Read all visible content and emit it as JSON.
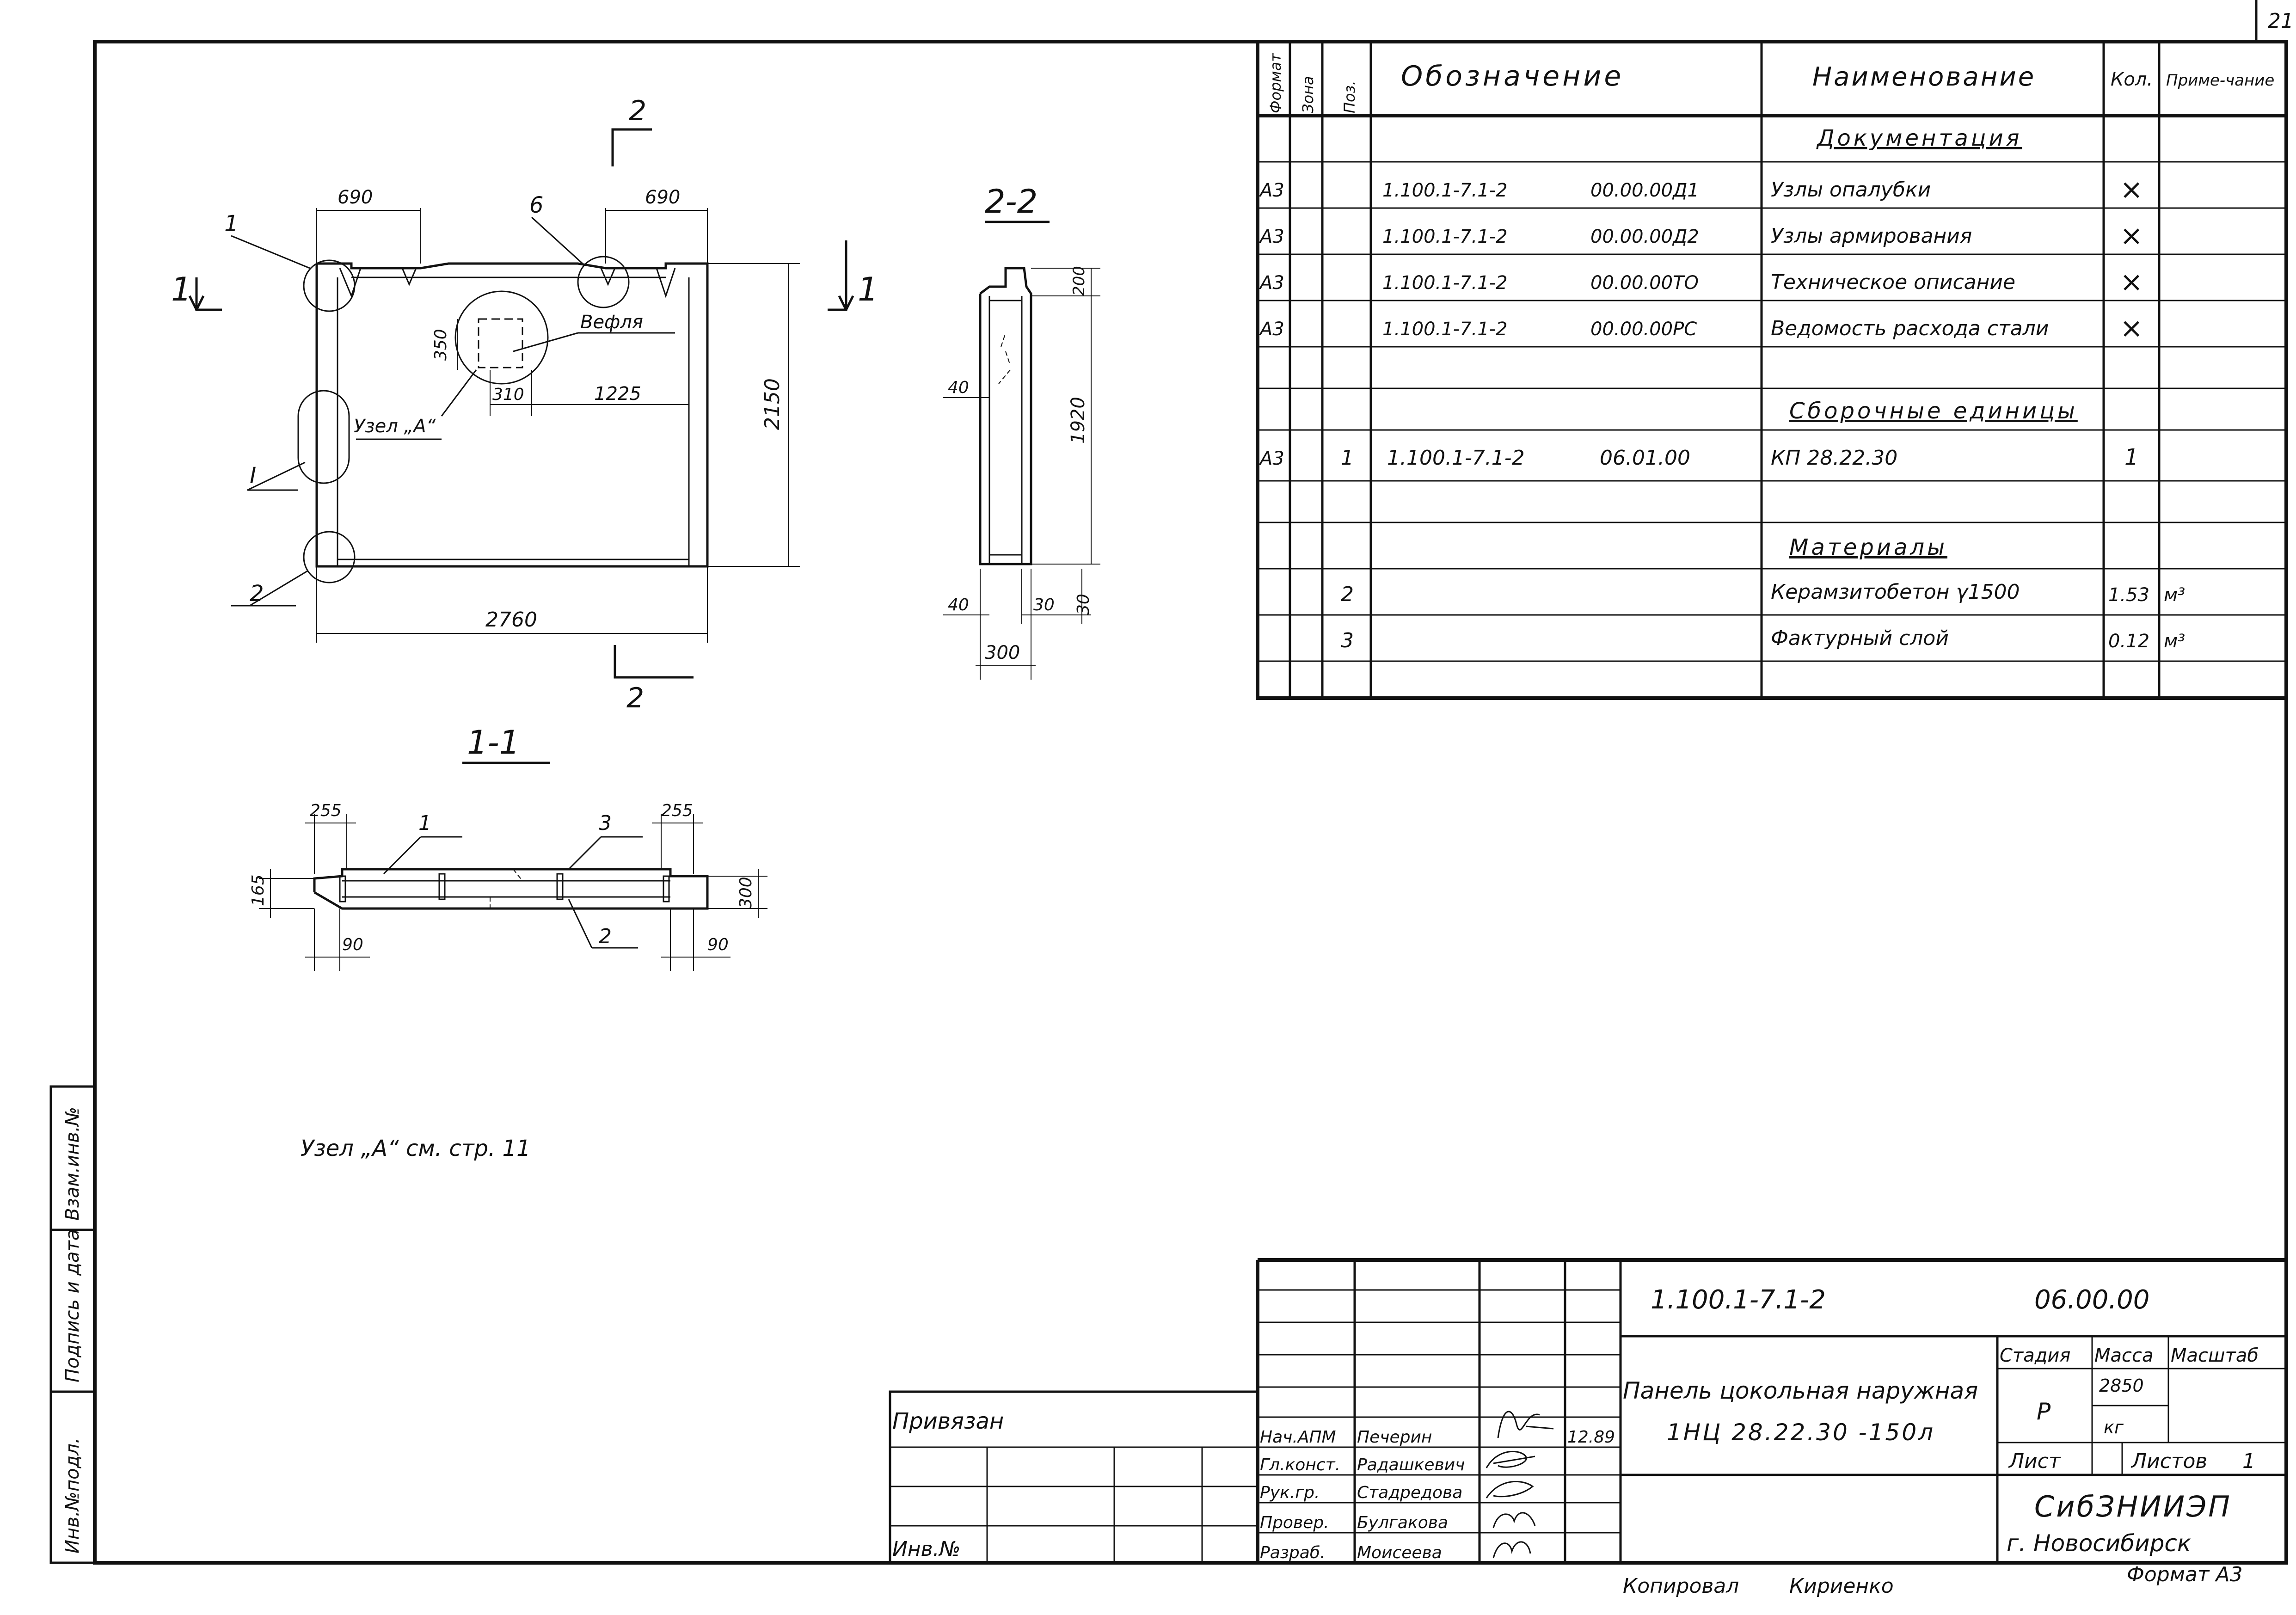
{
  "sheet": {
    "page_number": "21",
    "format_label": "Формат А3",
    "copied_by": "Копировал",
    "copier_name": "Кириенко",
    "note": "Узел „А“ см. стр. 11"
  },
  "left_margin": {
    "stamps": [
      "Взам.инв.№",
      "Подпись и дата",
      "Инв.№подл."
    ]
  },
  "spec_table": {
    "headers": {
      "format": "Формат",
      "zone": "Зона",
      "pos": "Поз.",
      "designation": "Обозначение",
      "name": "Наименование",
      "qty": "Кол.",
      "note": "Приме-чание"
    },
    "section_docs": "Документация",
    "section_units": "Сборочные единицы",
    "section_materials": "Материалы",
    "rows": [
      {
        "format": "А3",
        "pos": "",
        "designation": "1.100.1-7.1-2",
        "code": "00.00.00Д1",
        "name": "Узлы опалубки",
        "qty": "×",
        "note": ""
      },
      {
        "format": "А3",
        "pos": "",
        "designation": "1.100.1-7.1-2",
        "code": "00.00.00Д2",
        "name": "Узлы армирования",
        "qty": "×",
        "note": ""
      },
      {
        "format": "А3",
        "pos": "",
        "designation": "1.100.1-7.1-2",
        "code": "00.00.00ТО",
        "name": "Техническое описание",
        "qty": "×",
        "note": ""
      },
      {
        "format": "А3",
        "pos": "",
        "designation": "1.100.1-7.1-2",
        "code": "00.00.00РС",
        "name": "Ведомость расхода стали",
        "qty": "×",
        "note": ""
      },
      {
        "format": "А3",
        "pos": "1",
        "designation": "1.100.1-7.1-2",
        "code": "06.01.00",
        "name": "КП 28.22.30",
        "qty": "1",
        "note": ""
      },
      {
        "format": "",
        "pos": "2",
        "designation": "",
        "code": "",
        "name": "Керамзитобетон γ1500",
        "qty": "1.53",
        "note": "м³"
      },
      {
        "format": "",
        "pos": "3",
        "designation": "",
        "code": "",
        "name": "Фактурный слой",
        "qty": "0.12",
        "note": "м³"
      }
    ]
  },
  "drawing_front": {
    "section_mark_2": "2",
    "section_mark_1": "1",
    "width": "2760",
    "height": "2150",
    "top_left_dim": "690",
    "top_right_dim": "690",
    "vefla_label": "Вефля",
    "dim_350": "350",
    "dim_310": "310",
    "dim_1225": "1225",
    "node_label": "Узел „А“",
    "callouts": [
      "1",
      "6",
      "I",
      "2"
    ]
  },
  "drawing_section_22": {
    "title": "2-2",
    "dim_200": "200",
    "dim_1920": "1920",
    "dim_40_top": "40",
    "dim_40_bottom": "40",
    "dim_30a": "30",
    "dim_30b": "30",
    "dim_300": "300"
  },
  "drawing_section_11": {
    "title": "1-1",
    "dim_255_left": "255",
    "dim_255_right": "255",
    "dim_165": "165",
    "dim_300": "300",
    "dim_90_left": "90",
    "dim_90_right": "90",
    "callouts": [
      "1",
      "3",
      "2"
    ]
  },
  "title_block": {
    "doc_code": "1.100.1-7.1-2",
    "doc_code2": "06.00.00",
    "title_line1": "Панель цокольная наружная",
    "title_line2": "1НЦ 28.22.30 -150л",
    "stage_label": "Стадия",
    "mass_label": "Масса",
    "scale_label": "Масштаб",
    "stage_value": "Р",
    "mass_value": "2850",
    "mass_unit": "кг",
    "sheet_label": "Лист",
    "sheets_label": "Листов",
    "sheets_value": "1",
    "org_line1": "СибЗНИИЭП",
    "org_line2": "г. Новосибирск",
    "linked_label": "Привязан",
    "inv_label": "Инв.№",
    "date": "12.89",
    "roles": [
      {
        "role": "Нач.АПМ",
        "name": "Печерин"
      },
      {
        "role": "Гл.конст.",
        "name": "Радашкевич"
      },
      {
        "role": "Рук.гр.",
        "name": "Стадредова"
      },
      {
        "role": "Провер.",
        "name": "Булгакова"
      },
      {
        "role": "Разраб.",
        "name": "Моисеева"
      }
    ]
  }
}
